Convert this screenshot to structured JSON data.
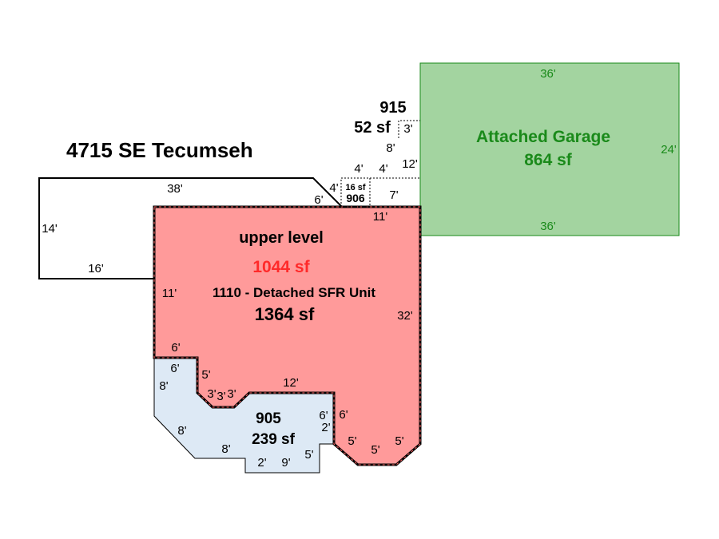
{
  "title": "4715 SE Tecumseh",
  "colors": {
    "main": "#ff9a9a",
    "main_text_accent": "#ff2a2a",
    "garage": "#a3d4a0",
    "garage_text": "#1a8a1a",
    "lower": "#dde9f5",
    "outline": "#000000"
  },
  "garage": {
    "name": "Attached Garage",
    "area": "864 sf",
    "dims": {
      "top": "36'",
      "bottom": "36'",
      "right": "24'"
    }
  },
  "main": {
    "level": "upper level",
    "upper_area": "1044 sf",
    "unit": "1110 - Detached SFR Unit",
    "area": "1364 sf",
    "dims": [
      "11'",
      "32'",
      "11'",
      "6'",
      "5'",
      "3'",
      "3'",
      "12'",
      "6'",
      "5'",
      "5'",
      "5'"
    ]
  },
  "deck": {
    "dims": [
      "38'",
      "14'",
      "16'",
      "6'"
    ]
  },
  "lower": {
    "code": "905",
    "area": "239 sf",
    "dims": [
      "6'",
      "8'",
      "8'",
      "8'",
      "2'",
      "9'",
      "5'",
      "2'",
      "6'",
      "3'"
    ]
  },
  "porch": {
    "code": "915",
    "area": "52 sf",
    "dims": [
      "3'",
      "8'",
      "4'",
      "4'",
      "12'"
    ]
  },
  "small": {
    "code": "906",
    "area": "16 sf",
    "dims": [
      "4'",
      "7'"
    ]
  }
}
